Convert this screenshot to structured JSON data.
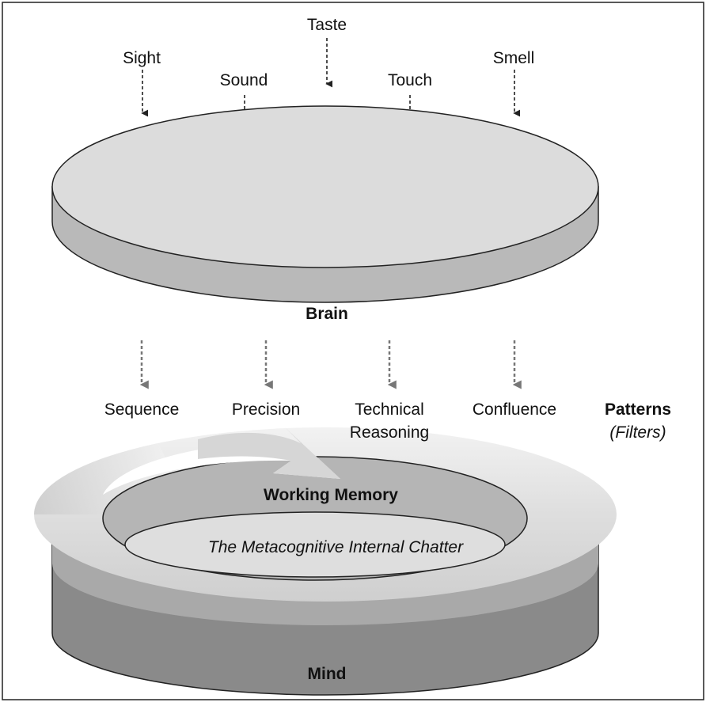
{
  "senses": {
    "taste": "Taste",
    "sight": "Sight",
    "sound": "Sound",
    "touch": "Touch",
    "smell": "Smell"
  },
  "brain_label": "Brain",
  "patterns": {
    "sequence": "Sequence",
    "precision": "Precision",
    "technical_line1": "Technical",
    "technical_line2": "Reasoning",
    "confluence": "Confluence",
    "title": "Patterns",
    "subtitle": "(Filters)"
  },
  "working_memory_label": "Working Memory",
  "internal_chatter_label": "The Metacognitive Internal Chatter",
  "mind_label": "Mind",
  "colors": {
    "brain_top": "#dcdcdc",
    "brain_side": "#b9b9b9",
    "mind_side": "#8a8a8a",
    "mind_band": "#a9a9a9",
    "working_memory": "#b5b5b5",
    "chatter": "#dedede",
    "flow_arrow": "#e0e0e0",
    "outline": "#222222",
    "dotted_arrow_pattern": "#777777",
    "dotted_arrow_sense": "#222222"
  }
}
